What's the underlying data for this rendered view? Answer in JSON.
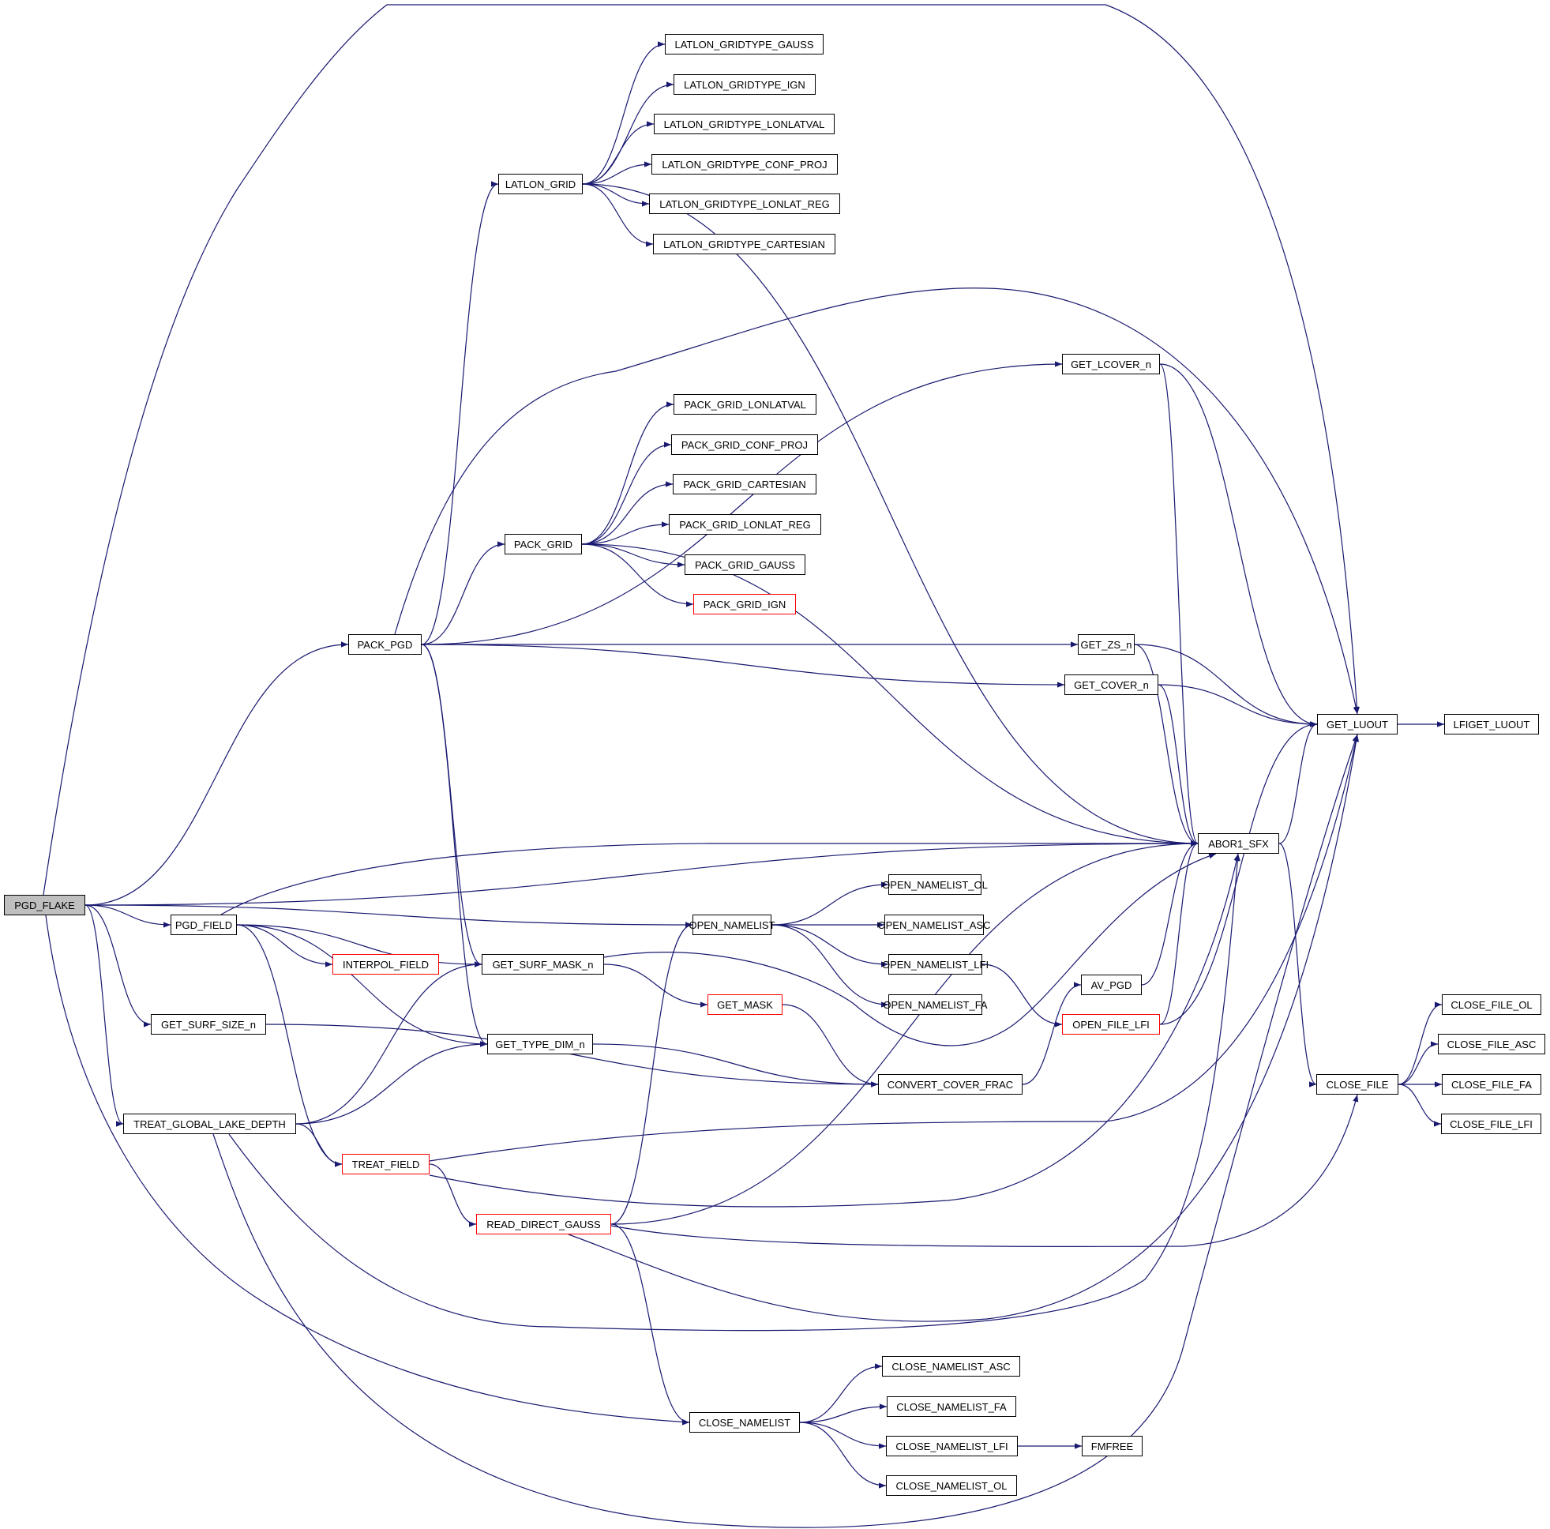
{
  "diagram": {
    "type": "call-graph",
    "colors": {
      "edge": "#191970",
      "root_fill": "#bfbfbf",
      "truncated_border": "#ff0000",
      "node_border": "#000000"
    },
    "nodes": [
      {
        "id": "PGD_FLAKE",
        "label": "PGD_FLAKE",
        "style": "root"
      },
      {
        "id": "PACK_PGD",
        "label": "PACK_PGD"
      },
      {
        "id": "LATLON_GRID",
        "label": "LATLON_GRID"
      },
      {
        "id": "LATLON_GRIDTYPE_GAUSS",
        "label": "LATLON_GRIDTYPE_GAUSS"
      },
      {
        "id": "LATLON_GRIDTYPE_IGN",
        "label": "LATLON_GRIDTYPE_IGN"
      },
      {
        "id": "LATLON_GRIDTYPE_LONLATVAL",
        "label": "LATLON_GRIDTYPE_LONLATVAL"
      },
      {
        "id": "LATLON_GRIDTYPE_CONF_PROJ",
        "label": "LATLON_GRIDTYPE_CONF_PROJ"
      },
      {
        "id": "LATLON_GRIDTYPE_LONLAT_REG",
        "label": "LATLON_GRIDTYPE_LONLAT_REG"
      },
      {
        "id": "LATLON_GRIDTYPE_CARTESIAN",
        "label": "LATLON_GRIDTYPE_CARTESIAN"
      },
      {
        "id": "PACK_GRID",
        "label": "PACK_GRID"
      },
      {
        "id": "PACK_GRID_LONLATVAL",
        "label": "PACK_GRID_LONLATVAL"
      },
      {
        "id": "PACK_GRID_CONF_PROJ",
        "label": "PACK_GRID_CONF_PROJ"
      },
      {
        "id": "PACK_GRID_CARTESIAN",
        "label": "PACK_GRID_CARTESIAN"
      },
      {
        "id": "PACK_GRID_LONLAT_REG",
        "label": "PACK_GRID_LONLAT_REG"
      },
      {
        "id": "PACK_GRID_GAUSS",
        "label": "PACK_GRID_GAUSS"
      },
      {
        "id": "PACK_GRID_IGN",
        "label": "PACK_GRID_IGN",
        "style": "truncated"
      },
      {
        "id": "GET_LCOVER_n",
        "label": "GET_LCOVER_n"
      },
      {
        "id": "GET_ZS_n",
        "label": "GET_ZS_n"
      },
      {
        "id": "GET_COVER_n",
        "label": "GET_COVER_n"
      },
      {
        "id": "GET_LUOUT",
        "label": "GET_LUOUT"
      },
      {
        "id": "LFIGET_LUOUT",
        "label": "LFIGET_LUOUT"
      },
      {
        "id": "ABOR1_SFX",
        "label": "ABOR1_SFX"
      },
      {
        "id": "PGD_FIELD",
        "label": "PGD_FIELD"
      },
      {
        "id": "OPEN_NAMELIST",
        "label": "OPEN_NAMELIST"
      },
      {
        "id": "OPEN_NAMELIST_OL",
        "label": "OPEN_NAMELIST_OL"
      },
      {
        "id": "OPEN_NAMELIST_ASC",
        "label": "OPEN_NAMELIST_ASC"
      },
      {
        "id": "OPEN_NAMELIST_LFI",
        "label": "OPEN_NAMELIST_LFI"
      },
      {
        "id": "OPEN_NAMELIST_FA",
        "label": "OPEN_NAMELIST_FA"
      },
      {
        "id": "INTERPOL_FIELD",
        "label": "INTERPOL_FIELD",
        "style": "truncated"
      },
      {
        "id": "GET_SURF_MASK_n",
        "label": "GET_SURF_MASK_n"
      },
      {
        "id": "GET_MASK",
        "label": "GET_MASK",
        "style": "truncated"
      },
      {
        "id": "AV_PGD",
        "label": "AV_PGD"
      },
      {
        "id": "OPEN_FILE_LFI",
        "label": "OPEN_FILE_LFI",
        "style": "truncated"
      },
      {
        "id": "GET_SURF_SIZE_n",
        "label": "GET_SURF_SIZE_n"
      },
      {
        "id": "GET_TYPE_DIM_n",
        "label": "GET_TYPE_DIM_n"
      },
      {
        "id": "CONVERT_COVER_FRAC",
        "label": "CONVERT_COVER_FRAC"
      },
      {
        "id": "CLOSE_FILE",
        "label": "CLOSE_FILE"
      },
      {
        "id": "CLOSE_FILE_OL",
        "label": "CLOSE_FILE_OL"
      },
      {
        "id": "CLOSE_FILE_ASC",
        "label": "CLOSE_FILE_ASC"
      },
      {
        "id": "CLOSE_FILE_FA",
        "label": "CLOSE_FILE_FA"
      },
      {
        "id": "CLOSE_FILE_LFI",
        "label": "CLOSE_FILE_LFI"
      },
      {
        "id": "TREAT_GLOBAL_LAKE_DEPTH",
        "label": "TREAT_GLOBAL_LAKE_DEPTH"
      },
      {
        "id": "TREAT_FIELD",
        "label": "TREAT_FIELD",
        "style": "truncated"
      },
      {
        "id": "READ_DIRECT_GAUSS",
        "label": "READ_DIRECT_GAUSS",
        "style": "truncated"
      },
      {
        "id": "CLOSE_NAMELIST",
        "label": "CLOSE_NAMELIST"
      },
      {
        "id": "CLOSE_NAMELIST_ASC",
        "label": "CLOSE_NAMELIST_ASC"
      },
      {
        "id": "CLOSE_NAMELIST_FA",
        "label": "CLOSE_NAMELIST_FA"
      },
      {
        "id": "CLOSE_NAMELIST_LFI",
        "label": "CLOSE_NAMELIST_LFI"
      },
      {
        "id": "FMFREE",
        "label": "FMFREE"
      },
      {
        "id": "CLOSE_NAMELIST_OL",
        "label": "CLOSE_NAMELIST_OL"
      }
    ],
    "edges": [
      [
        "PGD_FLAKE",
        "PACK_PGD"
      ],
      [
        "PGD_FLAKE",
        "GET_LUOUT"
      ],
      [
        "PGD_FLAKE",
        "ABOR1_SFX"
      ],
      [
        "PGD_FLAKE",
        "PGD_FIELD"
      ],
      [
        "PGD_FLAKE",
        "OPEN_NAMELIST"
      ],
      [
        "PGD_FLAKE",
        "GET_SURF_SIZE_n"
      ],
      [
        "PGD_FLAKE",
        "TREAT_GLOBAL_LAKE_DEPTH"
      ],
      [
        "PGD_FLAKE",
        "CLOSE_NAMELIST"
      ],
      [
        "PACK_PGD",
        "LATLON_GRID"
      ],
      [
        "PACK_PGD",
        "GET_LUOUT"
      ],
      [
        "PACK_PGD",
        "GET_LCOVER_n"
      ],
      [
        "PACK_PGD",
        "PACK_GRID"
      ],
      [
        "PACK_PGD",
        "GET_ZS_n"
      ],
      [
        "PACK_PGD",
        "GET_COVER_n"
      ],
      [
        "PACK_PGD",
        "GET_SURF_MASK_n"
      ],
      [
        "PACK_PGD",
        "GET_TYPE_DIM_n"
      ],
      [
        "LATLON_GRID",
        "LATLON_GRIDTYPE_GAUSS"
      ],
      [
        "LATLON_GRID",
        "LATLON_GRIDTYPE_IGN"
      ],
      [
        "LATLON_GRID",
        "LATLON_GRIDTYPE_LONLATVAL"
      ],
      [
        "LATLON_GRID",
        "LATLON_GRIDTYPE_CONF_PROJ"
      ],
      [
        "LATLON_GRID",
        "LATLON_GRIDTYPE_LONLAT_REG"
      ],
      [
        "LATLON_GRID",
        "LATLON_GRIDTYPE_CARTESIAN"
      ],
      [
        "LATLON_GRID",
        "ABOR1_SFX"
      ],
      [
        "PACK_GRID",
        "PACK_GRID_LONLATVAL"
      ],
      [
        "PACK_GRID",
        "PACK_GRID_CONF_PROJ"
      ],
      [
        "PACK_GRID",
        "PACK_GRID_CARTESIAN"
      ],
      [
        "PACK_GRID",
        "PACK_GRID_LONLAT_REG"
      ],
      [
        "PACK_GRID",
        "PACK_GRID_GAUSS"
      ],
      [
        "PACK_GRID",
        "PACK_GRID_IGN"
      ],
      [
        "PACK_GRID",
        "ABOR1_SFX"
      ],
      [
        "GET_LCOVER_n",
        "GET_LUOUT"
      ],
      [
        "GET_LCOVER_n",
        "ABOR1_SFX"
      ],
      [
        "GET_ZS_n",
        "GET_LUOUT"
      ],
      [
        "GET_ZS_n",
        "ABOR1_SFX"
      ],
      [
        "GET_COVER_n",
        "GET_LUOUT"
      ],
      [
        "GET_COVER_n",
        "ABOR1_SFX"
      ],
      [
        "GET_LUOUT",
        "LFIGET_LUOUT"
      ],
      [
        "ABOR1_SFX",
        "GET_LUOUT"
      ],
      [
        "ABOR1_SFX",
        "CLOSE_FILE"
      ],
      [
        "PGD_FIELD",
        "ABOR1_SFX"
      ],
      [
        "PGD_FIELD",
        "INTERPOL_FIELD"
      ],
      [
        "PGD_FIELD",
        "GET_SURF_MASK_n"
      ],
      [
        "PGD_FIELD",
        "GET_TYPE_DIM_n"
      ],
      [
        "PGD_FIELD",
        "TREAT_FIELD"
      ],
      [
        "OPEN_NAMELIST",
        "OPEN_NAMELIST_OL"
      ],
      [
        "OPEN_NAMELIST",
        "OPEN_NAMELIST_ASC"
      ],
      [
        "OPEN_NAMELIST",
        "OPEN_NAMELIST_LFI"
      ],
      [
        "OPEN_NAMELIST",
        "OPEN_NAMELIST_FA"
      ],
      [
        "OPEN_NAMELIST_LFI",
        "OPEN_FILE_LFI"
      ],
      [
        "GET_SURF_MASK_n",
        "GET_MASK"
      ],
      [
        "GET_SURF_MASK_n",
        "ABOR1_SFX"
      ],
      [
        "GET_MASK",
        "CONVERT_COVER_FRAC"
      ],
      [
        "CONVERT_COVER_FRAC",
        "AV_PGD"
      ],
      [
        "AV_PGD",
        "ABOR1_SFX"
      ],
      [
        "OPEN_FILE_LFI",
        "ABOR1_SFX"
      ],
      [
        "OPEN_FILE_LFI",
        "GET_LUOUT"
      ],
      [
        "GET_SURF_SIZE_n",
        "CONVERT_COVER_FRAC"
      ],
      [
        "GET_TYPE_DIM_n",
        "CONVERT_COVER_FRAC"
      ],
      [
        "CLOSE_FILE",
        "CLOSE_FILE_OL"
      ],
      [
        "CLOSE_FILE",
        "CLOSE_FILE_ASC"
      ],
      [
        "CLOSE_FILE",
        "CLOSE_FILE_FA"
      ],
      [
        "CLOSE_FILE",
        "CLOSE_FILE_LFI"
      ],
      [
        "TREAT_GLOBAL_LAKE_DEPTH",
        "GET_SURF_MASK_n"
      ],
      [
        "TREAT_GLOBAL_LAKE_DEPTH",
        "GET_TYPE_DIM_n"
      ],
      [
        "TREAT_GLOBAL_LAKE_DEPTH",
        "TREAT_FIELD"
      ],
      [
        "TREAT_GLOBAL_LAKE_DEPTH",
        "GET_LUOUT"
      ],
      [
        "TREAT_GLOBAL_LAKE_DEPTH",
        "ABOR1_SFX"
      ],
      [
        "TREAT_FIELD",
        "ABOR1_SFX"
      ],
      [
        "TREAT_FIELD",
        "READ_DIRECT_GAUSS"
      ],
      [
        "TREAT_FIELD",
        "GET_LUOUT"
      ],
      [
        "READ_DIRECT_GAUSS",
        "OPEN_NAMELIST"
      ],
      [
        "READ_DIRECT_GAUSS",
        "ABOR1_SFX"
      ],
      [
        "READ_DIRECT_GAUSS",
        "CLOSE_FILE"
      ],
      [
        "READ_DIRECT_GAUSS",
        "GET_LUOUT"
      ],
      [
        "READ_DIRECT_GAUSS",
        "CLOSE_NAMELIST"
      ],
      [
        "CLOSE_NAMELIST",
        "CLOSE_NAMELIST_ASC"
      ],
      [
        "CLOSE_NAMELIST",
        "CLOSE_NAMELIST_FA"
      ],
      [
        "CLOSE_NAMELIST",
        "CLOSE_NAMELIST_LFI"
      ],
      [
        "CLOSE_NAMELIST",
        "CLOSE_NAMELIST_OL"
      ],
      [
        "CLOSE_NAMELIST_LFI",
        "FMFREE"
      ]
    ]
  }
}
